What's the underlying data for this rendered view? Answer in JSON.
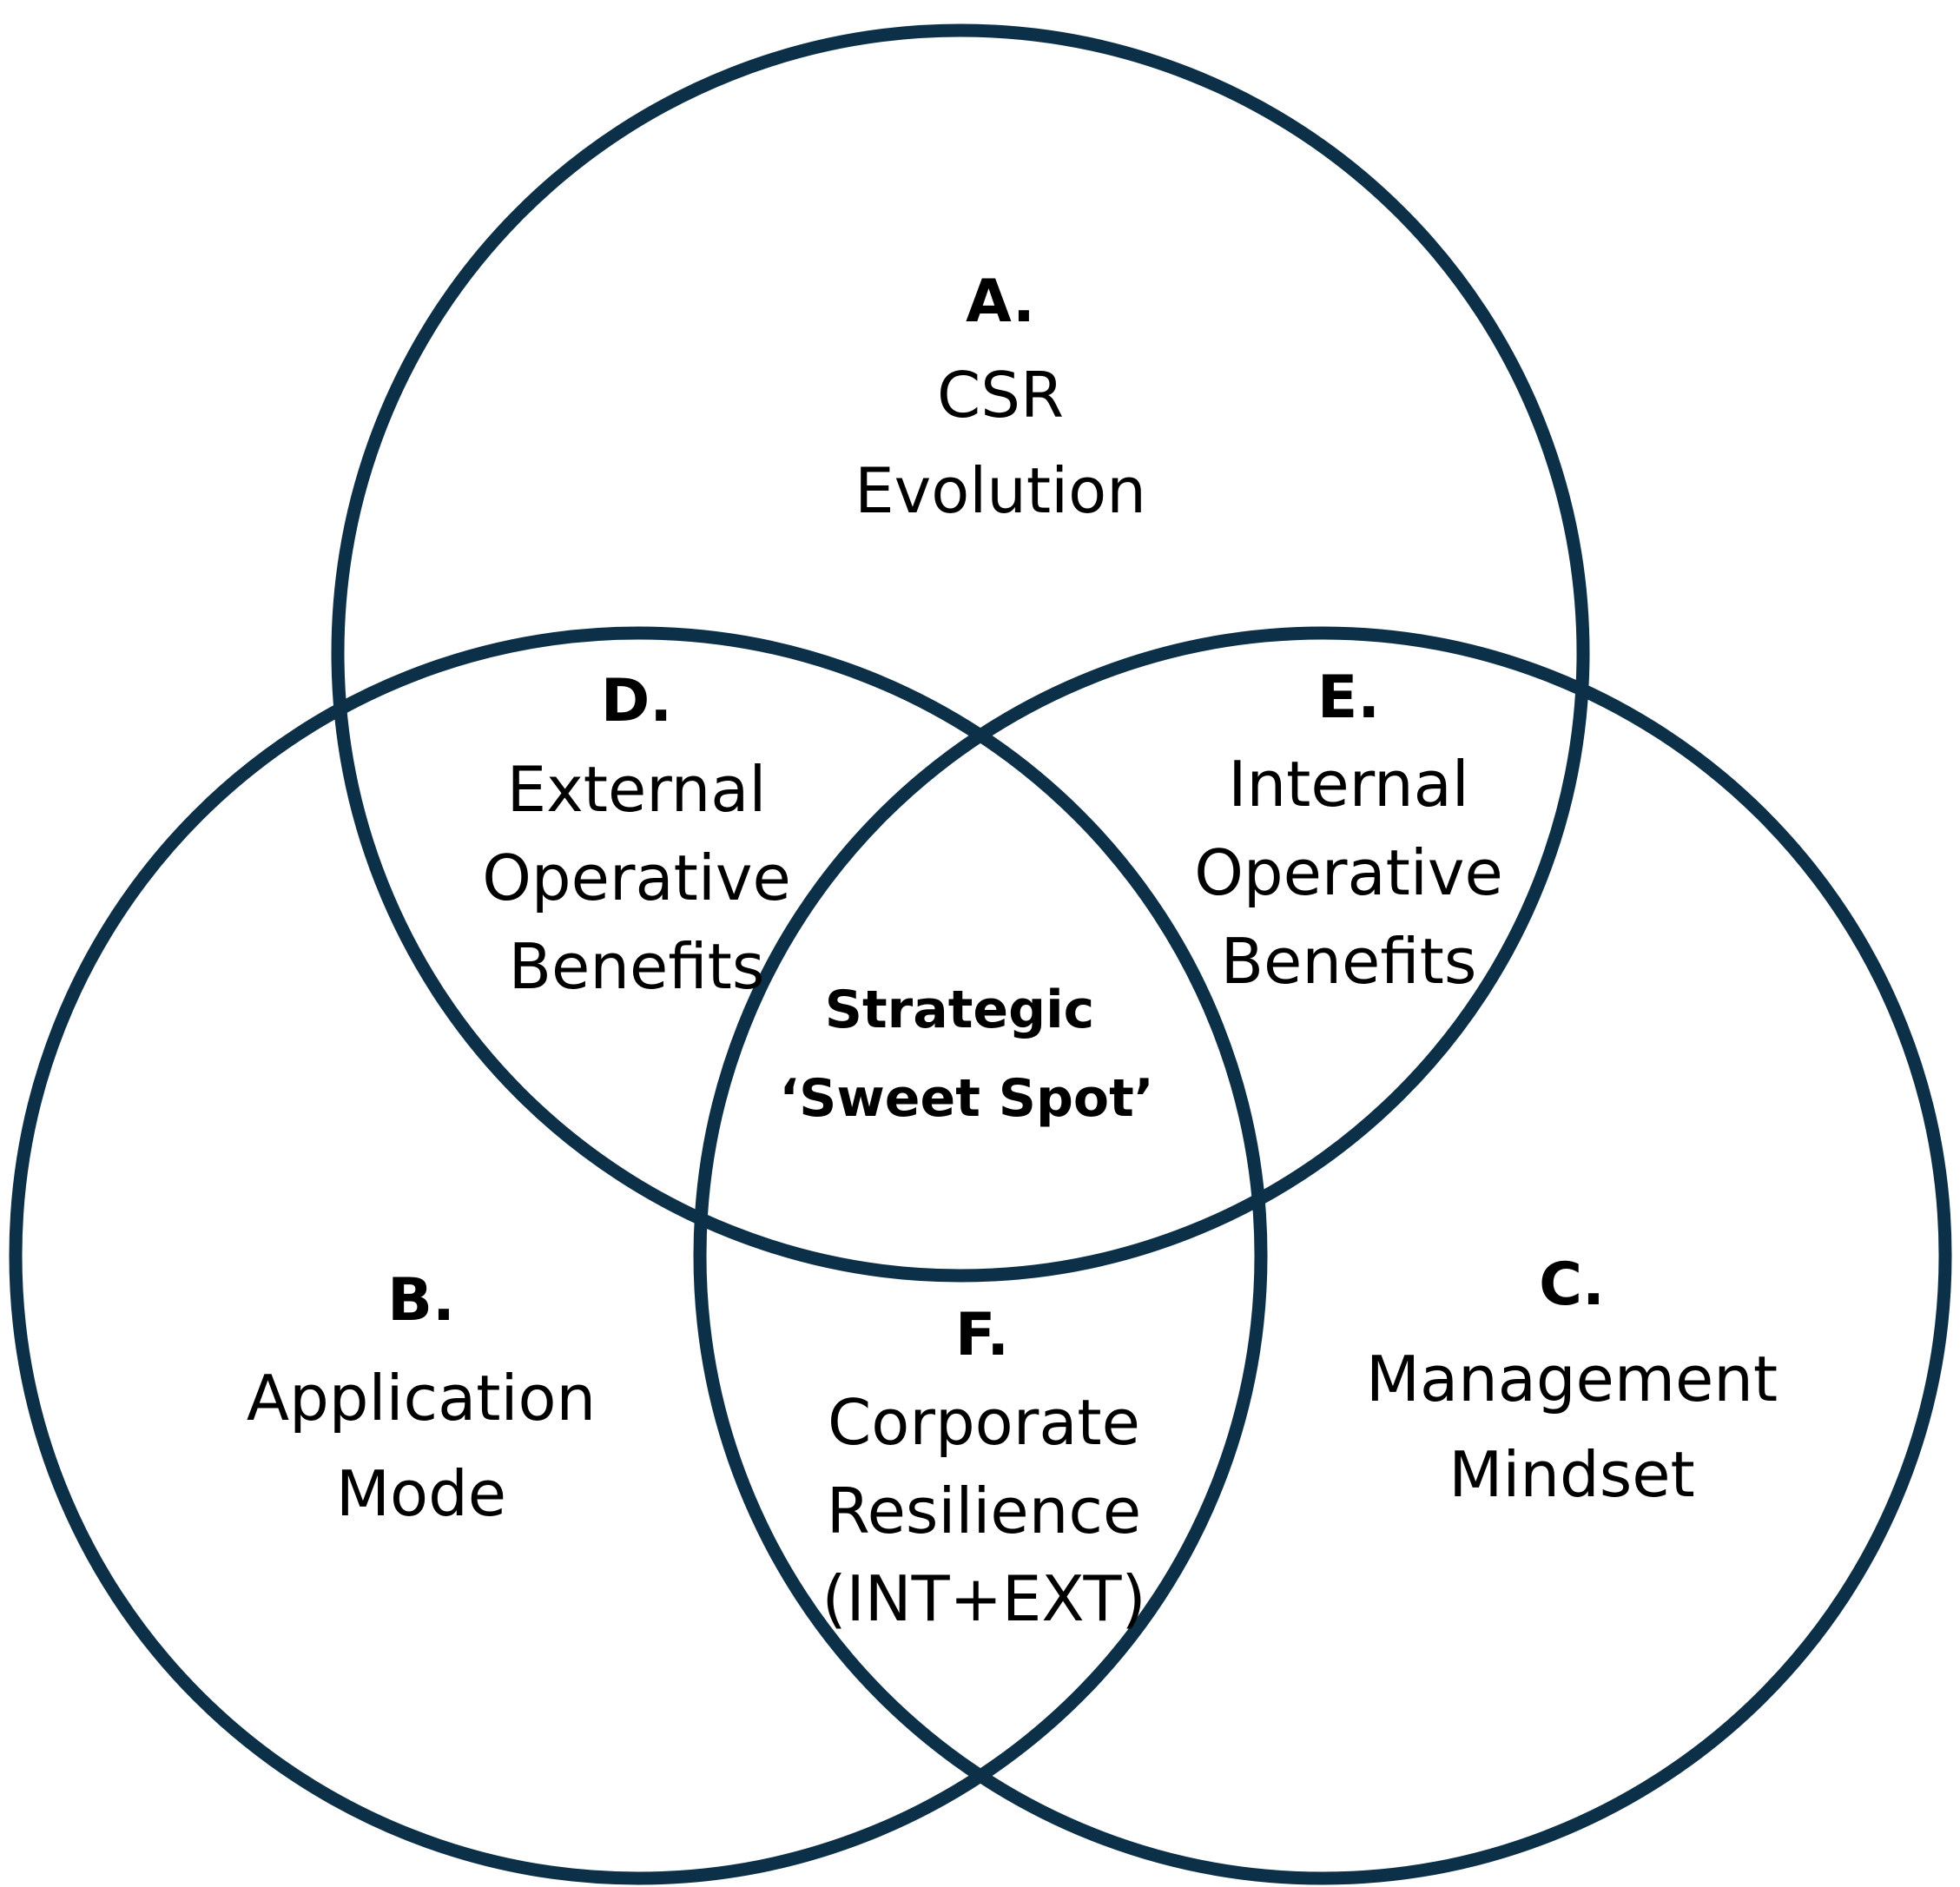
{
  "diagram": {
    "stroke_color": "#0d3049",
    "text_color": "#000000",
    "circles": {
      "a": {
        "letter": "A.",
        "line1": "CSR",
        "line2": "Evolution"
      },
      "b": {
        "letter": "B.",
        "line1": "Application",
        "line2": "Mode"
      },
      "c": {
        "letter": "C.",
        "line1": "Management",
        "line2": "Mindset"
      }
    },
    "overlaps": {
      "d": {
        "letter": "D.",
        "line1": "External",
        "line2": "Operative",
        "line3": "Benefits"
      },
      "e": {
        "letter": "E.",
        "line1": "Internal",
        "line2": "Operative",
        "line3": "Benefits"
      },
      "f": {
        "letter": "F.",
        "line1": "Corporate",
        "line2": "Resilience",
        "line3": "(INT+EXT)"
      }
    },
    "center": {
      "line1": "Strategic",
      "line2": "‘Sweet Spot’"
    }
  }
}
